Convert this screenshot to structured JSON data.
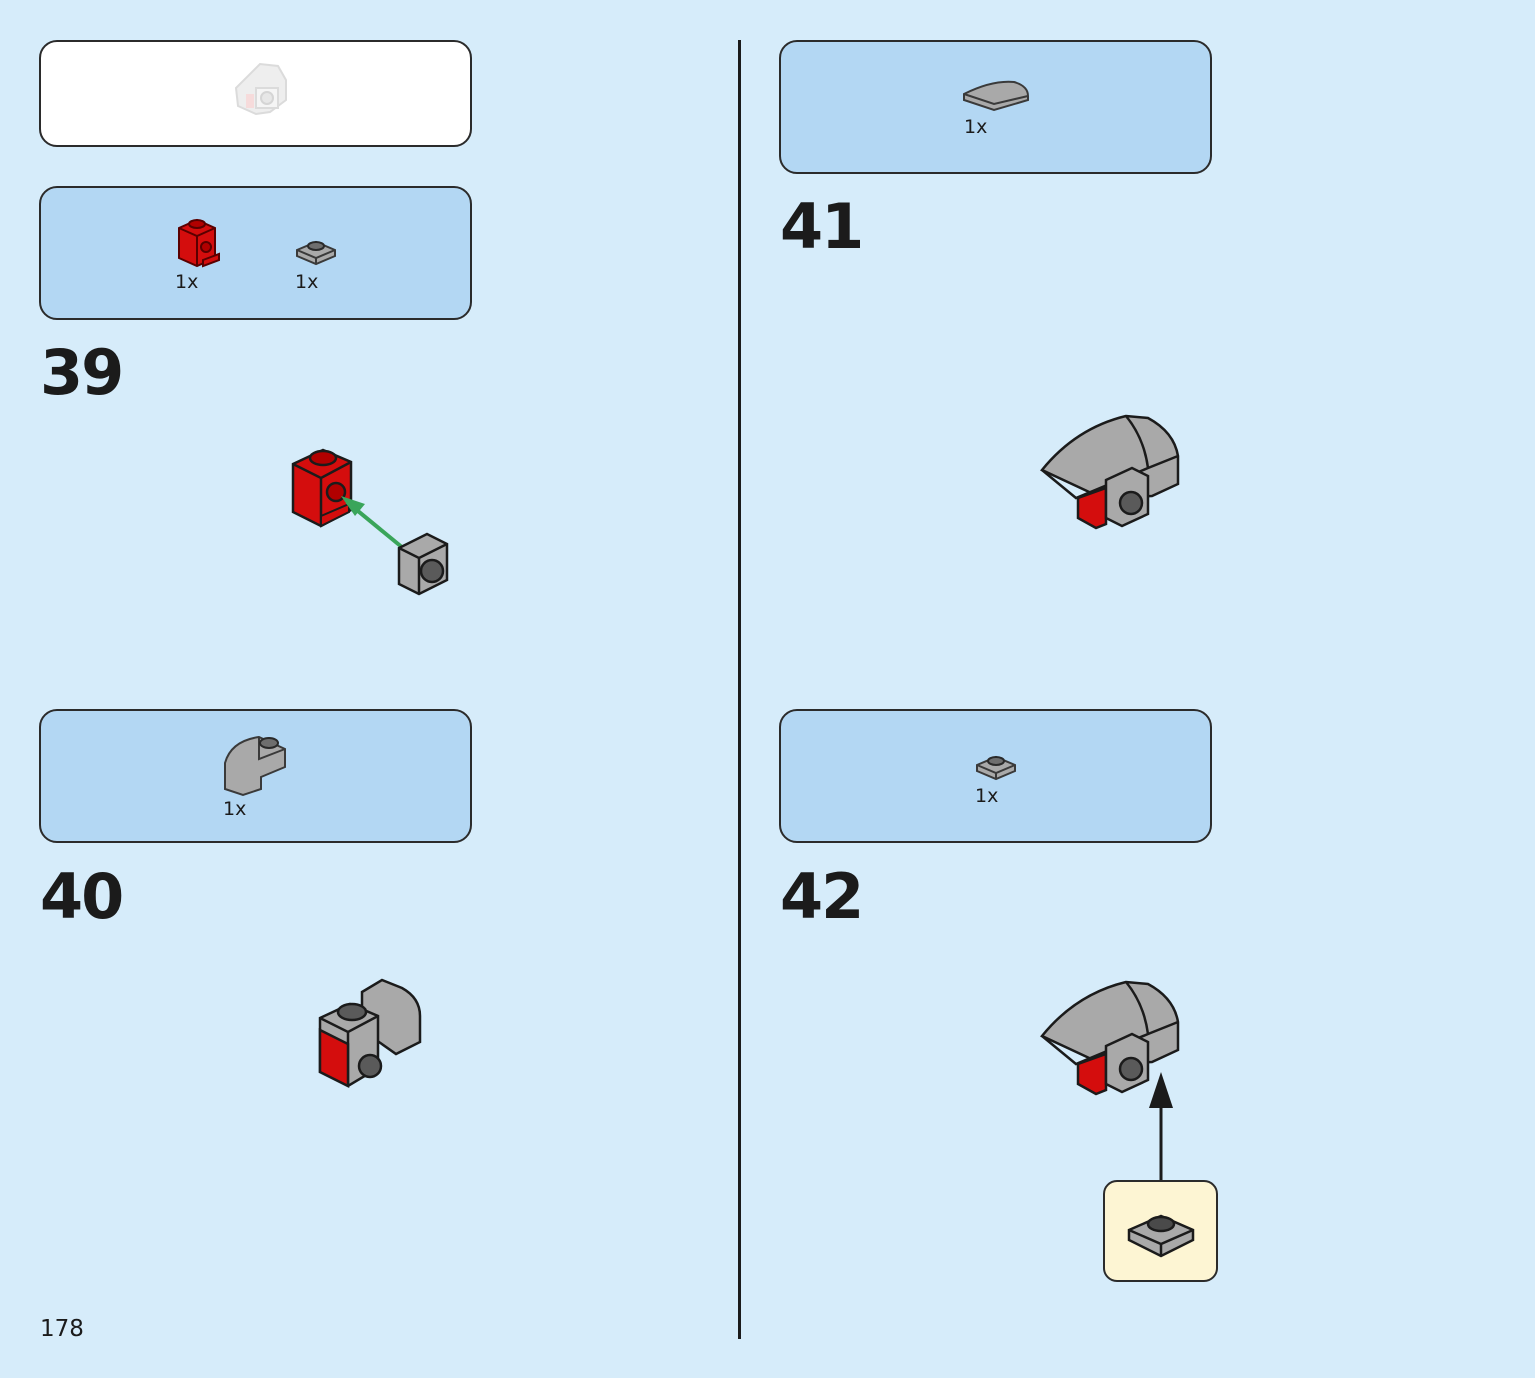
{
  "page": {
    "number": "178"
  },
  "reference_panel": {
    "icon": "faded-assembly-icon"
  },
  "steps": [
    {
      "number": "39",
      "parts": [
        {
          "icon": "red-brick-1x1-side-stud-icon",
          "qty": "1x"
        },
        {
          "icon": "gray-plate-1x1-icon",
          "qty": "1x"
        }
      ],
      "arrow_color": "#3aa55a"
    },
    {
      "number": "40",
      "parts": [
        {
          "icon": "gray-curved-brick-icon",
          "qty": "1x"
        }
      ]
    },
    {
      "number": "41",
      "parts": [
        {
          "icon": "gray-curved-slope-icon",
          "qty": "1x"
        }
      ]
    },
    {
      "number": "42",
      "parts": [
        {
          "icon": "gray-plate-1x1-icon",
          "qty": "1x"
        }
      ],
      "arrow_color": "#1b1b1b"
    }
  ],
  "colors": {
    "background": "#d6ecfa",
    "parts_panel": "#b3d7f3",
    "callout": "#fdf5d3",
    "brick_red": "#d40d0d",
    "brick_gray": "#a9a9a9"
  }
}
